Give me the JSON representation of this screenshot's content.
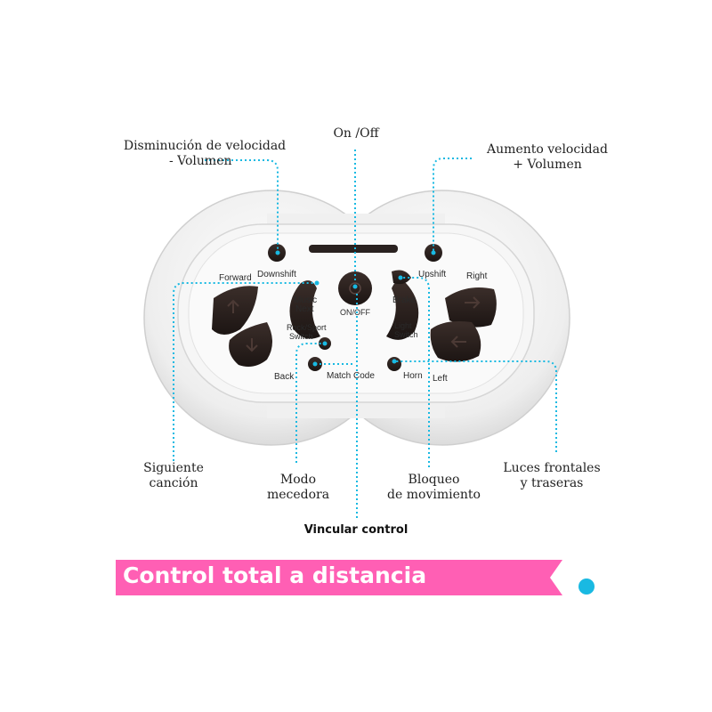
{
  "colors": {
    "accent_pink": "#ff5fb4",
    "accent_cyan": "#19b9e2",
    "remote_body": "#f1f1f1",
    "button_dark": "#2b2220"
  },
  "remote": {
    "labels": {
      "forward": "Forward",
      "downshift": "Downshift",
      "music_next_1": "Music",
      "music_next_2": "Next",
      "on_off": "ON/OFF",
      "upshift": "Upshift",
      "brake": "Brake",
      "right": "Right",
      "rock_sport_1": "Rock/Sport",
      "rock_sport_2": "Switch",
      "light_switch_1": "Light",
      "light_switch_2": "Switch",
      "back": "Back",
      "match_code": "Match Code",
      "horn": "Horn",
      "left": "Left"
    }
  },
  "callouts": {
    "on_off": [
      "On /Off"
    ],
    "downshift": [
      "Disminución de velocidad",
      "- Volumen"
    ],
    "upshift": [
      "Aumento velocidad",
      "+ Volumen"
    ],
    "next_song": [
      "Siguiente",
      "canción"
    ],
    "rock_mode": [
      "Modo",
      "mecedora"
    ],
    "brake_lock": [
      "Bloqueo",
      "de movimiento"
    ],
    "lights": [
      "Luces frontales",
      "y traseras"
    ]
  },
  "vincular": "Vincular control",
  "banner": "Control total a distancia"
}
